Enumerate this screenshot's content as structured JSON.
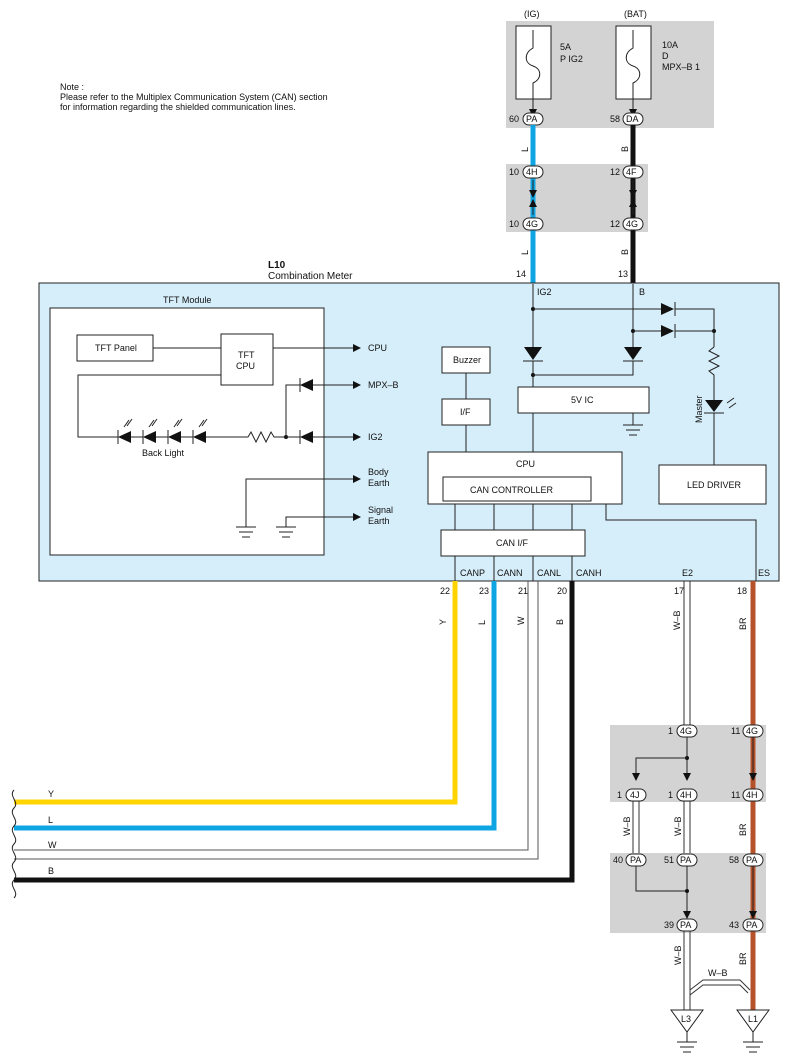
{
  "note": {
    "title": "Note :",
    "line1": "Please refer to the Multiplex Communication System (CAN) section",
    "line2": "for information regarding the shielded communication lines."
  },
  "fuses": {
    "ig": {
      "supply": "(IG)",
      "amp": "5A",
      "name": "P IG2",
      "pin": "60",
      "conn": "PA",
      "wire": "L"
    },
    "bat": {
      "supply": "(BAT)",
      "amp": "10A",
      "code": "D",
      "name": "MPX–B 1",
      "pin": "58",
      "conn": "DA",
      "wire": "B"
    }
  },
  "junction_top": {
    "ig_pin_upper": "10",
    "ig_conn_upper": "4H",
    "ig_pin_lower": "10",
    "ig_conn_lower": "4G",
    "bat_pin_upper": "12",
    "bat_conn_upper": "4F",
    "bat_pin_lower": "12",
    "bat_conn_lower": "4G",
    "ig_wire": "L",
    "bat_wire": "B"
  },
  "meter": {
    "code": "L10",
    "name": "Combination Meter",
    "pin_ig2": "14",
    "pin_b": "13",
    "lbl_ig2": "IG2",
    "lbl_b": "B",
    "tft_module": "TFT Module",
    "tft_panel": "TFT Panel",
    "tft_cpu_1": "TFT",
    "tft_cpu_2": "CPU",
    "back_light": "Back Light",
    "arrow_cpu": "CPU",
    "arrow_mpxb": "MPX–B",
    "arrow_ig2": "IG2",
    "body_earth_1": "Body",
    "body_earth_2": "Earth",
    "signal_earth_1": "Signal",
    "signal_earth_2": "Earth",
    "buzzer": "Buzzer",
    "if": "I/F",
    "ic5v": "5V IC",
    "cpu": "CPU",
    "can_controller": "CAN CONTROLLER",
    "can_if": "CAN I/F",
    "led_driver": "LED DRIVER",
    "master": "Master",
    "lbl_canp": "CANP",
    "lbl_cann": "CANN",
    "lbl_canl": "CANL",
    "lbl_canh": "CANH",
    "lbl_e2": "E2",
    "lbl_es": "ES"
  },
  "bottom_pins": {
    "canp": "22",
    "cann": "23",
    "canl": "21",
    "canh": "20",
    "e2": "17",
    "es": "18",
    "w_canp": "Y",
    "w_cann": "L",
    "w_canl": "W",
    "w_canh": "B",
    "w_e2": "W–B",
    "w_es": "BR"
  },
  "bus_lines": {
    "y": "Y",
    "l": "L",
    "w": "W",
    "b": "B"
  },
  "junction_bottom": {
    "a_pin": "1",
    "a_conn": "4G",
    "b_pin": "11",
    "b_conn": "4G",
    "c_pin": "1",
    "c_conn": "4J",
    "d_pin": "1",
    "d_conn": "4H",
    "e_pin": "11",
    "e_conn": "4H",
    "w1": "W–B",
    "w2": "W–B",
    "w3": "BR",
    "f_pin": "40",
    "f_conn": "PA",
    "g_pin": "51",
    "g_conn": "PA",
    "h_pin": "58",
    "h_conn": "PA",
    "i_pin": "39",
    "i_conn": "PA",
    "j_pin": "43",
    "j_conn": "PA",
    "w4": "W–B",
    "w5": "W–B",
    "w6": "BR",
    "ground_l3": "L3",
    "ground_l1": "L1"
  },
  "colors": {
    "blue": "#0ea5e2",
    "yellow": "#ffd400",
    "brown": "#b5522a",
    "panel": "#d3d3d3",
    "meter": "#d6eef9"
  }
}
